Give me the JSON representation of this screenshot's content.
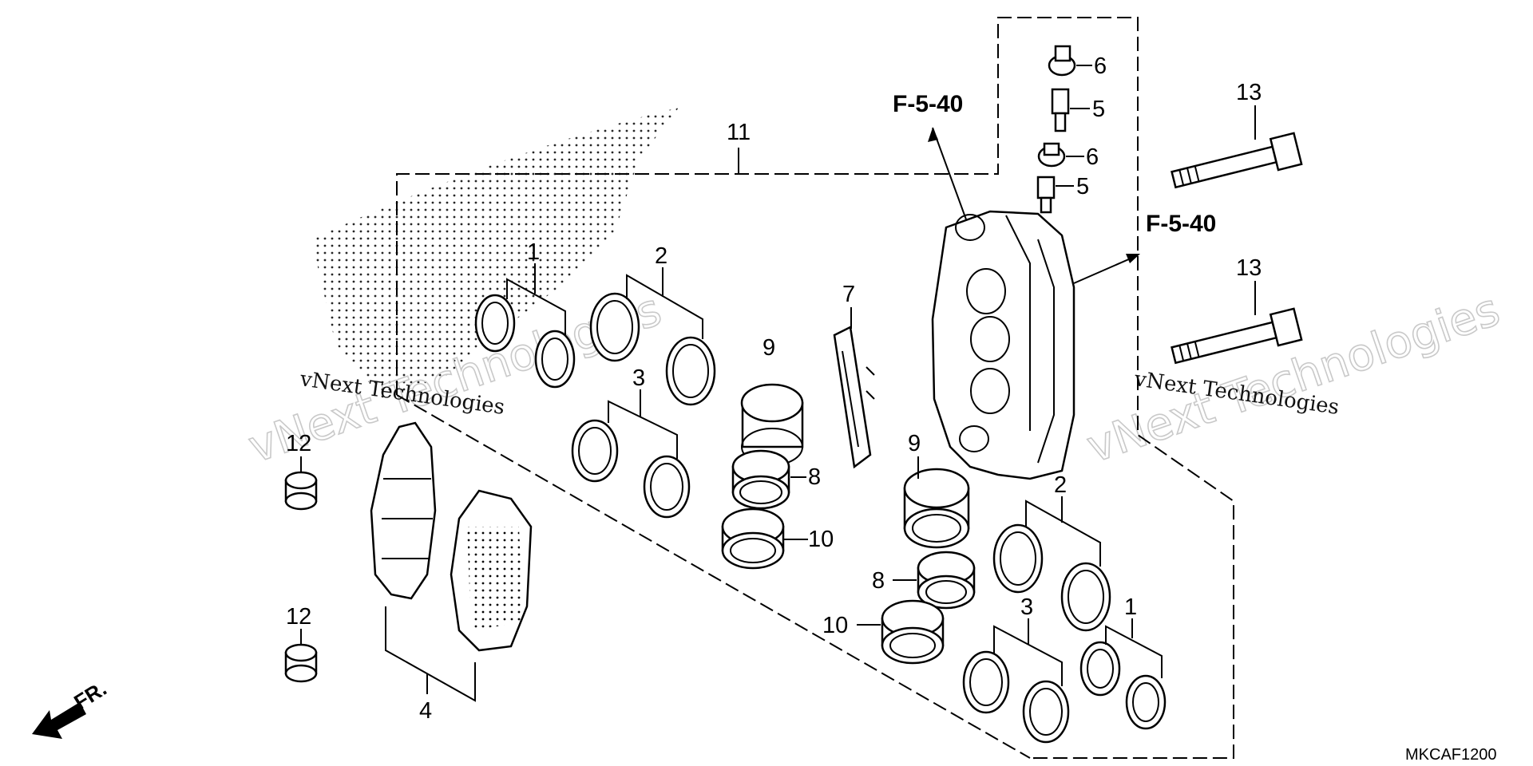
{
  "diagram": {
    "callouts": {
      "p1a": "1",
      "p1b": "1",
      "p2a": "2",
      "p2b": "2",
      "p3a": "3",
      "p3b": "3",
      "p4": "4",
      "p5a": "5",
      "p5b": "5",
      "p6a": "6",
      "p6b": "6",
      "p7": "7",
      "p8a": "8",
      "p8b": "8",
      "p9a": "9",
      "p9b": "9",
      "p10a": "10",
      "p10b": "10",
      "p11": "11",
      "p12a": "12",
      "p12b": "12",
      "p13a": "13",
      "p13b": "13"
    },
    "ref_top": "F-5-40",
    "ref_right": "F-5-40",
    "front_label": "FR.",
    "diagram_code": "MKCAF1200",
    "watermark_big": "vNext Technologies",
    "watermark_small": "vNext Technologies"
  }
}
